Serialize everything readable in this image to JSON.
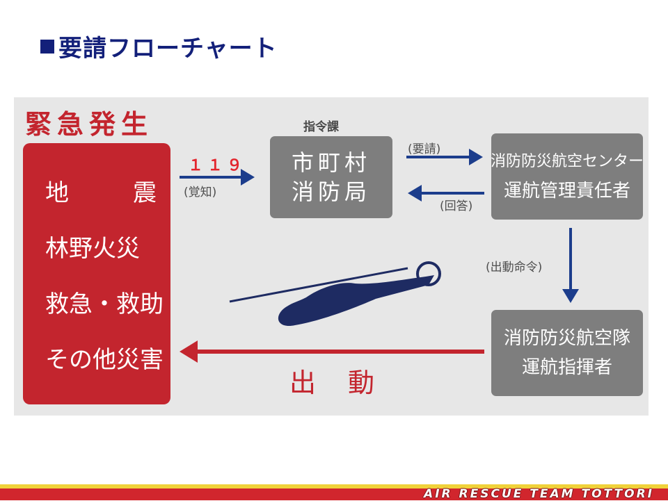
{
  "page": {
    "title": "要請フローチャート"
  },
  "emergency": {
    "title": "緊急発生",
    "items": [
      {
        "first": "地",
        "second": "震"
      },
      {
        "text": "林野火災"
      },
      {
        "text": "救急・救助"
      },
      {
        "text": "その他災害"
      }
    ]
  },
  "call": {
    "number": "１１９",
    "label": "(覚知)"
  },
  "fire_dept": {
    "section_label": "指令課",
    "line1": "市町村",
    "line2": "消防局"
  },
  "center": {
    "line1": "消防防災航空センター",
    "line2": "運航管理責任者"
  },
  "request": {
    "label": "(要請)",
    "reply_label": "(回答)"
  },
  "order": {
    "label": "(出動命令)"
  },
  "team": {
    "line1": "消防防災航空隊",
    "line2": "運航指揮者"
  },
  "dispatch": {
    "label": "出動"
  },
  "footer": {
    "text": "AIR RESCUE TEAM TOTTORI"
  },
  "colors": {
    "title_navy": "#13207a",
    "emergency_red": "#c3252e",
    "arrow_navy": "#1c3d8c",
    "box_gray": "#7e7e7e",
    "helicopter_navy": "#1e2b62"
  }
}
